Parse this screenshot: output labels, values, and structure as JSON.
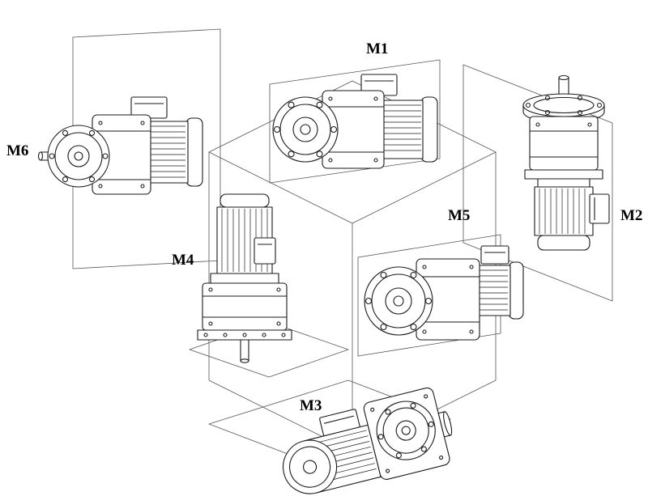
{
  "figure": {
    "labels": {
      "m1": "M1",
      "m2": "M2",
      "m3": "M3",
      "m4": "M4",
      "m5": "M5",
      "m6": "M6"
    },
    "colors": {
      "line": "#1a1a1a",
      "background": "#ffffff"
    }
  }
}
